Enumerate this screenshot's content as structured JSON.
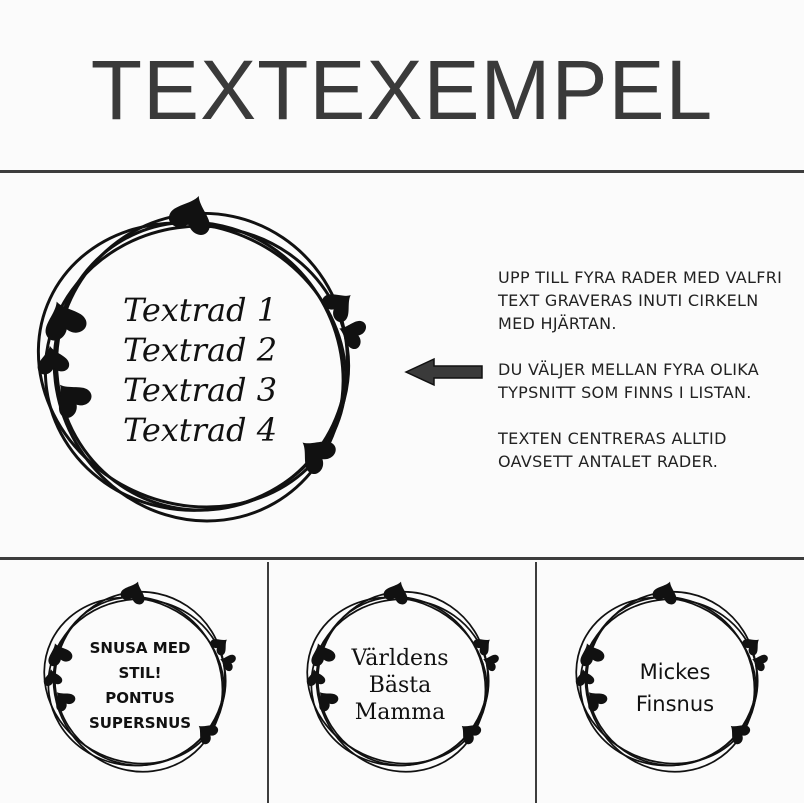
{
  "title": "TEXTEXEMPEL",
  "main_example": {
    "lines": [
      "Textrad 1",
      "Textrad 2",
      "Textrad 3",
      "Textrad 4"
    ]
  },
  "info": {
    "paragraph1": "UPP TILL FYRA RADER MED VALFRI TEXT GRAVERAS INUTI CIRKELN MED HJÄRTAN.",
    "paragraph2": "DU VÄLJER MELLAN FYRA OLIKA TYPSNITT SOM FINNS I LISTAN.",
    "paragraph3": "TEXTEN CENTRERAS ALLTID OAVSETT ANTALET RADER."
  },
  "examples": [
    {
      "lines": [
        "SNUSA MED",
        "STIL!",
        "PONTUS",
        "SUPERSNUS"
      ]
    },
    {
      "lines": [
        "Världens",
        "Bästa",
        "Mamma"
      ]
    },
    {
      "lines": [
        "Mickes",
        "Finsnus"
      ]
    }
  ],
  "icons": [
    "heart-wreath-icon",
    "arrow-left-icon"
  ],
  "colors": {
    "title": "#3a3a3a",
    "lines": "#3d3d3d",
    "ink": "#111111"
  }
}
